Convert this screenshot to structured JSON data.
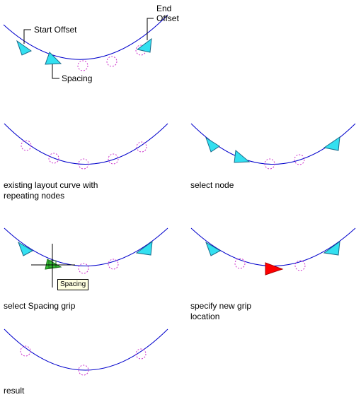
{
  "colors": {
    "curve": "#0000cc",
    "node": "#cc33cc",
    "grip": "#33e0f0",
    "grip_stroke": "#1a6a8a",
    "active_grip": "#ff0000",
    "hover_grip": "#33bb33",
    "tooltip_bg": "#ffffe1"
  },
  "top": {
    "start_offset_label": "Start Offset",
    "end_offset_label_line1": "End",
    "end_offset_label_line2": "Offset",
    "spacing_label": "Spacing"
  },
  "captions": {
    "existing": "existing layout curve with repeating nodes",
    "select_node": "select node",
    "select_spacing": "select Spacing grip",
    "specify": "specify new grip location",
    "result": "result"
  },
  "tooltip": {
    "text": "Spacing"
  },
  "icons": {
    "grip": "triangle-grip-icon",
    "node": "dashed-circle-node-icon",
    "cursor": "crosshair-cursor-icon"
  }
}
